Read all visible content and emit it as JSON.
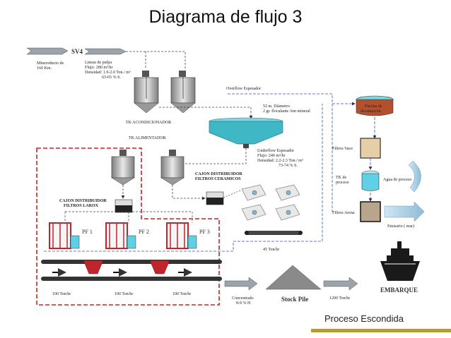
{
  "title": "Diagrama de flujo 3",
  "labels": {
    "sv4": "SV4",
    "mineral_1": "Mineroducto de",
    "mineral_2": "160 Km.",
    "pulpa_1": "Lineas de pulpa",
    "pulpa_2": "Flujo:       280 m³/hr",
    "pulpa_3": "Densidad:  1.9-2.0 Ton./ m³",
    "pulpa_4": "63-65 % S.",
    "tk_acond": "TK  ACONDICIONADOR",
    "overflow": "Overflow Espesador",
    "espesador_1": "52 m. Diámetro",
    "espesador_2": "2 gr. floculante /ton mineral",
    "piscina_1": "Piscina de",
    "piscina_2": "decantación",
    "tk_alim": "TK ALIMENTADOR",
    "underflow_1": "Underflow Espesador",
    "underflow_2": "Flujo: 240 m³/hr",
    "underflow_3": "Densidad: 2.2-2.3 Ton./ m³",
    "underflow_4": "73-74 % S.",
    "cajon_cer_1": "CAJON DISTRIBUIDOR",
    "cajon_cer_2": "FILTROS CERAMICOS",
    "cajon_lar_1": "CAJON DISTRIBUIDOR",
    "cajon_lar_2": "FILTROS LAROX",
    "filtros_vaso": "Filtros Vaso",
    "tk_proceso_1": "TK  de",
    "tk_proceso_2": "proceso",
    "agua_proceso": "Agua  de proceso",
    "filtros_arena": "Filtros Arena",
    "emisario": "Emisario ( mar)",
    "pf1": "PF 1",
    "pf2": "PF 2",
    "pf3": "PF 3",
    "ton45": "45 Ton/hr",
    "ton100a": "100 Ton/hr",
    "ton100b": "100 Ton/hr",
    "ton100c": "100 Ton/hr",
    "concentrado_1": "Concentrado",
    "concentrado_2": "8-9 % H",
    "stock_pile": "Stock Pile",
    "ton1200": "1200 Ton/hr",
    "embarque": "EMBARQUE"
  },
  "footer": "Proceso Escondida",
  "colors": {
    "red_dash": "#d42020",
    "blue_dash": "#3a4fbf",
    "thickener": "#3fb7c4",
    "pond": "#b5502c",
    "water": "#5fd0e6",
    "filter_red": "#c0242c",
    "ship": "#1a1a1a",
    "stockpile": "#8a8a8a",
    "footer_line": "#b59a3a"
  }
}
